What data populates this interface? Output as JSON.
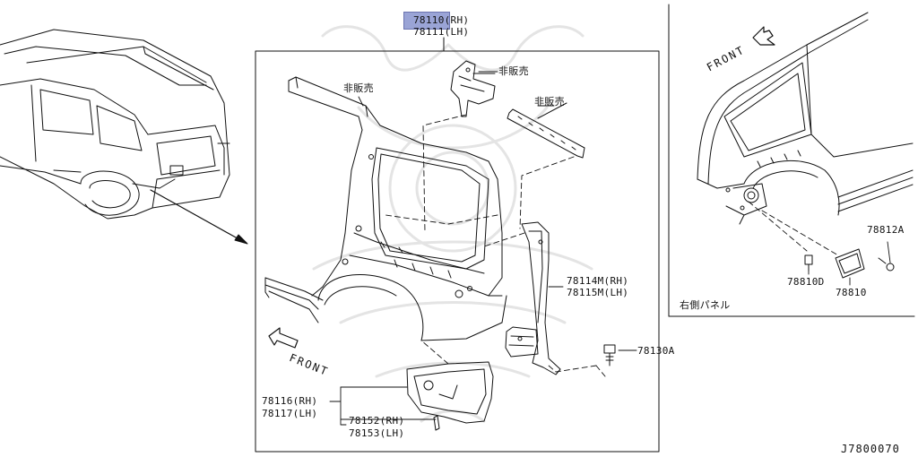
{
  "callouts": {
    "main_rh": "78110(RH)",
    "main_lh": "78111(LH)",
    "not_sold_1": "非販売",
    "not_sold_2": "非販売",
    "not_sold_3": "非販売",
    "p78114m": "78114M(RH)",
    "p78115m": "78115M(LH)",
    "p78130a": "78130A",
    "p78116": "78116(RH)",
    "p78117": "78117(LH)",
    "p78152": "78152(RH)",
    "p78153": "78153(LH)",
    "p78812a": "78812A",
    "p78810d": "78810D",
    "p78810": "78810",
    "inset_caption": "右側パネル"
  },
  "front_labels": {
    "main": "FRONT",
    "inset": "FRONT"
  },
  "diagram_id": "J7800070",
  "colors": {
    "highlight": "#9aa4d6",
    "line": "#111111",
    "watermark": "#e6e6e6"
  }
}
